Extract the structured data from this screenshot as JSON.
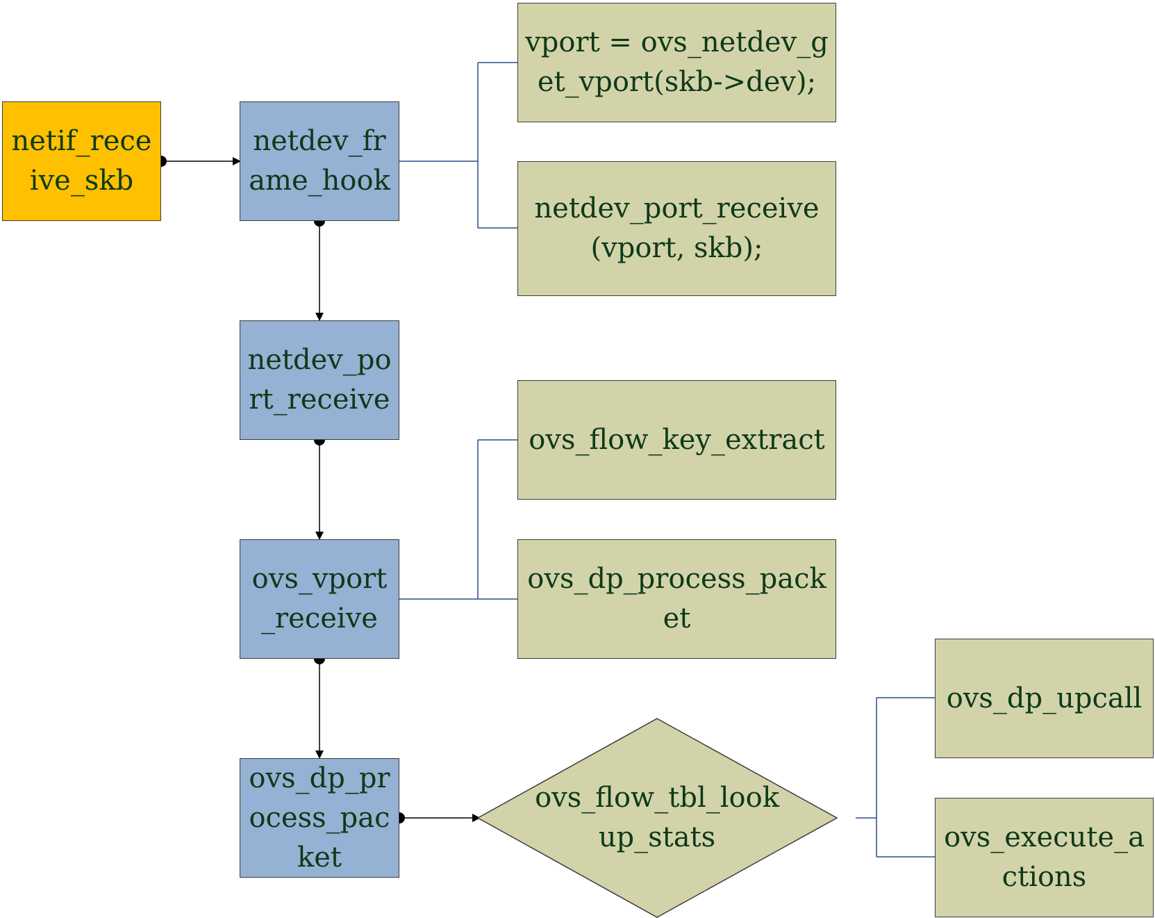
{
  "nodes": {
    "netif_receive_skb": "netif_receive_skb",
    "netdev_frame_hook": "netdev_frame_hook",
    "netdev_port_receive": "netdev_port_receive",
    "ovs_vport_receive": "ovs_vport_receive",
    "ovs_dp_process_packet": "ovs_dp_process_packet",
    "vport_assign": "vport = ovs_netdev_get_vport(skb->dev);",
    "netdev_port_receive_call": "netdev_port_receive(vport, skb);",
    "ovs_flow_key_extract": "ovs_flow_key_extract",
    "ovs_dp_process_packet_call": "ovs_dp_process_packet",
    "ovs_flow_tbl_lookup_stats": "ovs_flow_tbl_lookup_stats",
    "ovs_dp_upcall": "ovs_dp_upcall",
    "ovs_execute_actions": "ovs_execute_actions"
  },
  "colors": {
    "start": "#ffc000",
    "step": "#95b1d3",
    "detail": "#d3d3aa",
    "text": "#0d3a19",
    "connector": "#2b4b8c"
  }
}
